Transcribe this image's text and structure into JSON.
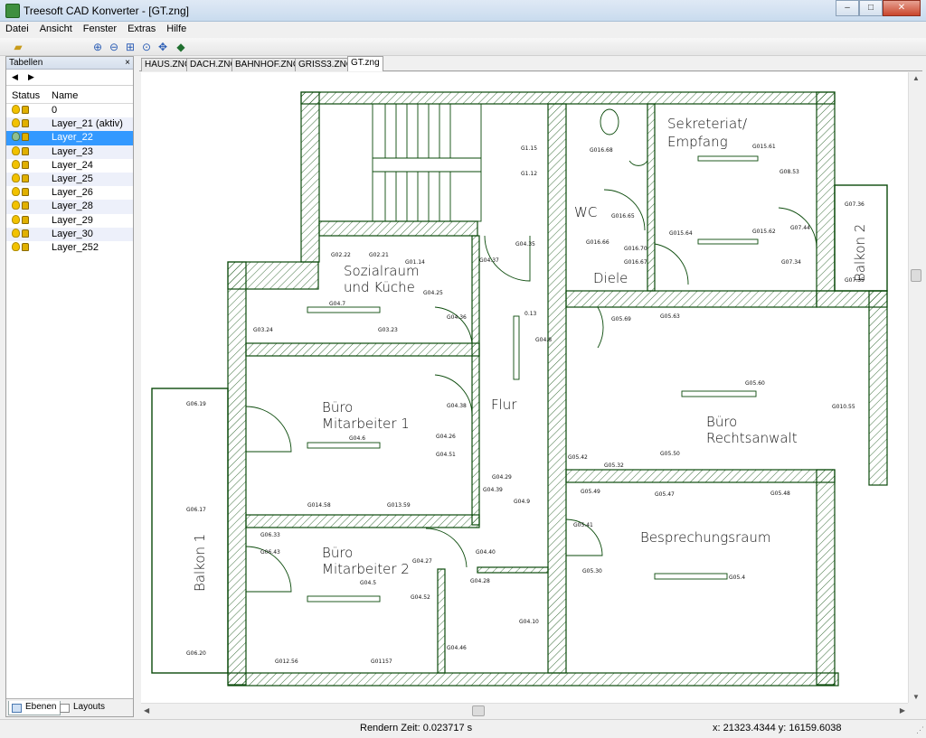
{
  "window": {
    "title": "Treesoft CAD Konverter - [GT.zng]",
    "buttons": {
      "minimize": "–",
      "maximize": "□",
      "close": "✕"
    }
  },
  "menu": [
    "Datei",
    "Ansicht",
    "Fenster",
    "Extras",
    "Hilfe"
  ],
  "toolbar": {
    "tools": [
      "open-folder-icon",
      "zoom-in-icon",
      "zoom-out-icon",
      "zoom-extents-icon",
      "zoom-window-icon",
      "pan-icon",
      "layer-icon"
    ]
  },
  "left_panel": {
    "title": "Tabellen",
    "close": "×",
    "nav_back": "◀",
    "nav_forward": "▶",
    "columns": {
      "status": "Status",
      "name": "Name"
    },
    "layers": [
      {
        "name": "0"
      },
      {
        "name": "Layer_21 (aktiv)"
      },
      {
        "name": "Layer_22",
        "selected": true
      },
      {
        "name": "Layer_23"
      },
      {
        "name": "Layer_24"
      },
      {
        "name": "Layer_25"
      },
      {
        "name": "Layer_26"
      },
      {
        "name": "Layer_28"
      },
      {
        "name": "Layer_29"
      },
      {
        "name": "Layer_30"
      },
      {
        "name": "Layer_252"
      }
    ],
    "tabs": {
      "ebenen": "Ebenen",
      "layouts": "Layouts"
    }
  },
  "document_tabs": [
    "HAUS.ZNG",
    "DACH.ZNG",
    "BAHNHOF.ZNG",
    "GRISS3.ZNG",
    "GT.zng"
  ],
  "active_document_tab": "GT.zng",
  "drawing": {
    "rooms": {
      "sekreteriat_1": "Sekreteriat/",
      "sekreteriat_2": "Empfang",
      "wc": "WC",
      "diele": "Diele",
      "sozial_1": "Sozialraum",
      "sozial_2": "und Küche",
      "flur": "Flur",
      "buero_ma1_1": "Büro",
      "buero_ma1_2": "Mitarbeiter 1",
      "buero_ra_1": "Büro",
      "buero_ra_2": "Rechtsanwalt",
      "besprechung": "Besprechungsraum",
      "buero_ma2_1": "Büro",
      "buero_ma2_2": "Mitarbeiter 2",
      "balkon1": "Balkon 1",
      "balkon2": "Balkon 2"
    },
    "labels": [
      "G1.15",
      "G1.12",
      "G016.68",
      "G015.61",
      "G08.53",
      "G016.65",
      "G07.44",
      "G07.36",
      "G04.35",
      "G016.66",
      "G016.70",
      "G016.67",
      "G015.64",
      "G015.62",
      "G07.34",
      "G07.35",
      "G02.22",
      "G02.21",
      "G01.14",
      "G04.37",
      "G04.25",
      "G04.7",
      "G04.36",
      "0.13",
      "G05.69",
      "G05.63",
      "G03.24",
      "G03.23",
      "G04.8",
      "G05.60",
      "G06.19",
      "G04.38",
      "G010.55",
      "G04.26",
      "G04.6",
      "G04.51",
      "G05.42",
      "G05.32",
      "G05.50",
      "G04.29",
      "G04.39",
      "G05.49",
      "G05.47",
      "G05.48",
      "G014.58",
      "G013.59",
      "G04.9",
      "G06.17",
      "G06.33",
      "G05.41",
      "G06.43",
      "G04.27",
      "G04.40",
      "G05.30",
      "G05.4",
      "G04.5",
      "G04.52",
      "G04.28",
      "G04.10",
      "G04.46",
      "G06.20",
      "G012.56",
      "G01157"
    ]
  },
  "status": {
    "render_time": "Rendern Zeit: 0.023717 s",
    "coordinates": "x: 21323.4344 y: 16159.6038"
  }
}
